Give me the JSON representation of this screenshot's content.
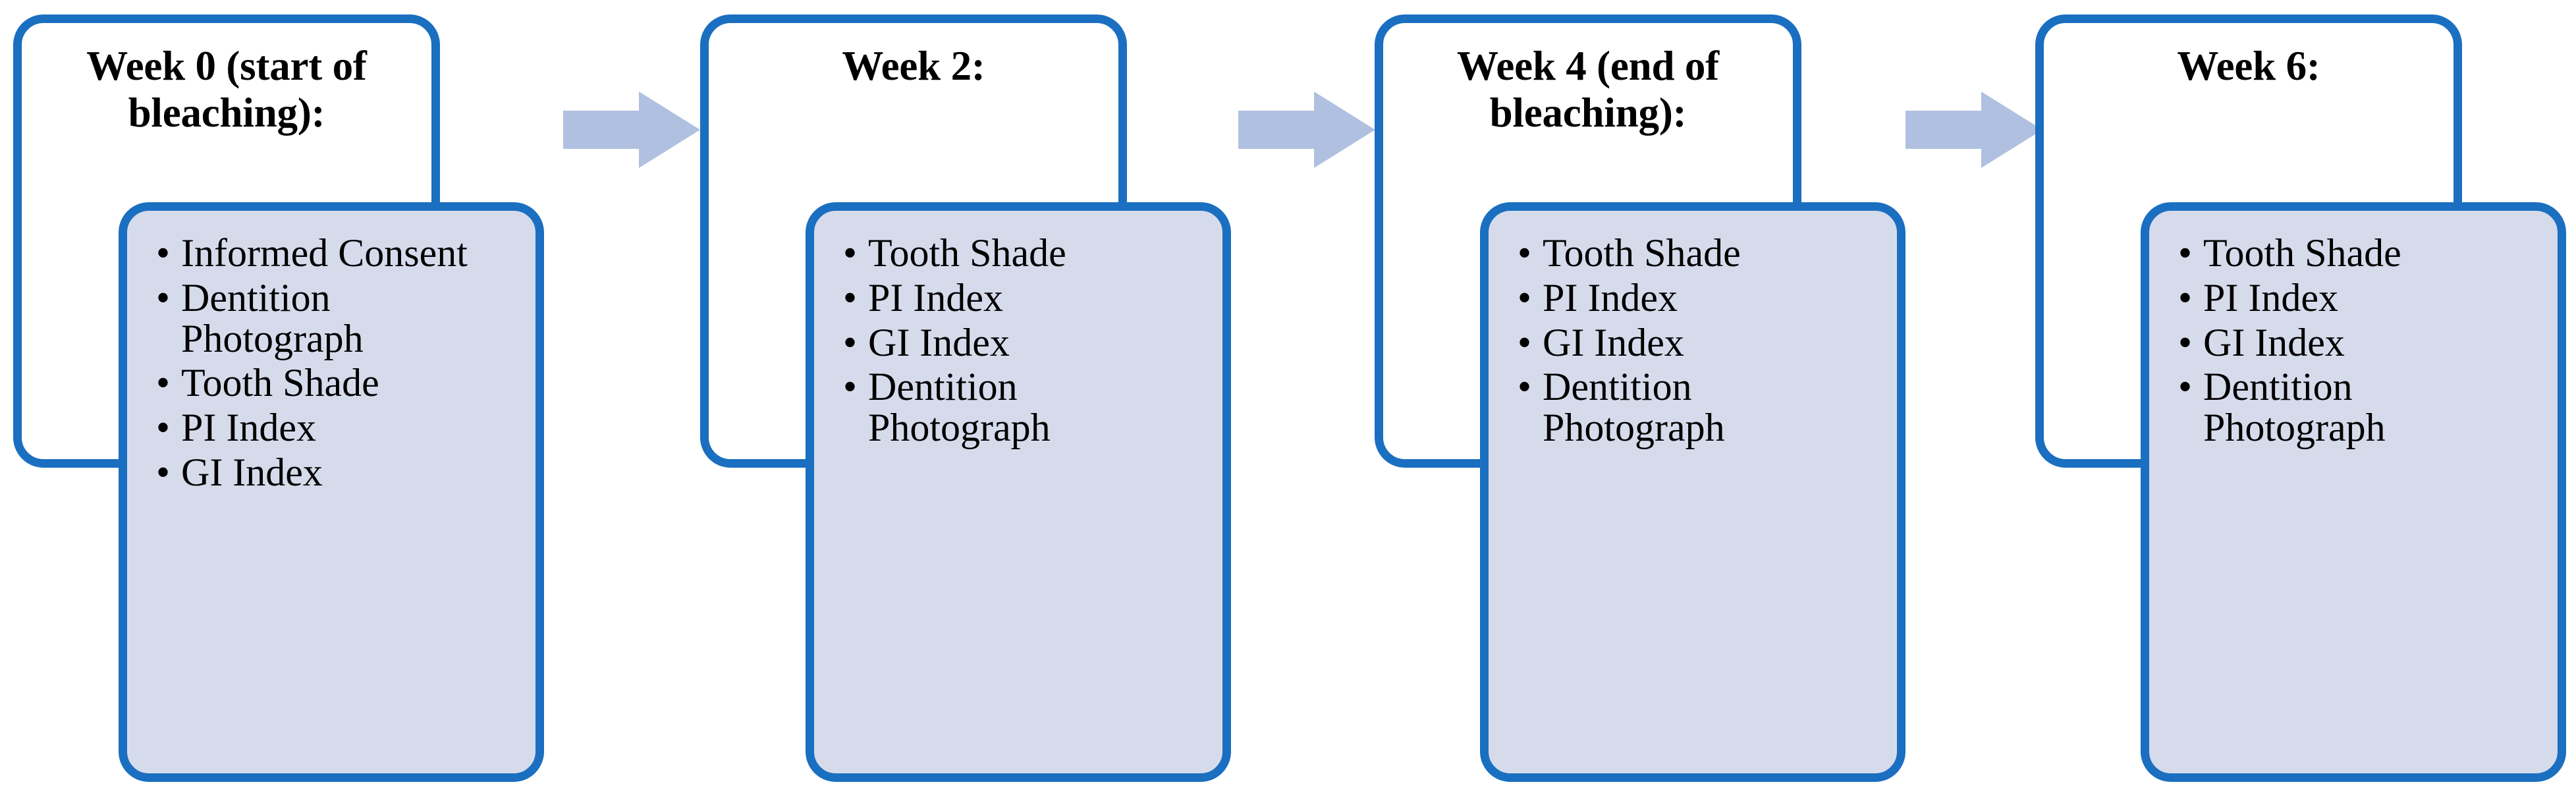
{
  "diagram": {
    "type": "flow-timeline",
    "orientation": "left-to-right",
    "step_count": 4,
    "arrow_count": 3,
    "colors": {
      "card_border": "#1a6fc0",
      "card_outer_fill": "#ffffff",
      "card_inner_fill": "#d6dbec",
      "arrow_fill": "#b0c0e0",
      "text": "#000000",
      "background": "#ffffff"
    },
    "arrow_label": "proceeds-to",
    "steps": [
      {
        "id": "week-0",
        "title": "Week 0 (start of bleaching):",
        "items": [
          "Informed Consent",
          "Dentition Photograph",
          "Tooth Shade",
          "PI Index",
          "GI Index"
        ]
      },
      {
        "id": "week-2",
        "title": "Week 2:",
        "items": [
          "Tooth Shade",
          "PI Index",
          "GI Index",
          "Dentition Photograph"
        ]
      },
      {
        "id": "week-4",
        "title": "Week 4 (end of bleaching):",
        "items": [
          "Tooth Shade",
          "PI Index",
          "GI Index",
          "Dentition Photograph"
        ]
      },
      {
        "id": "week-6",
        "title": "Week 6:",
        "items": [
          "Tooth Shade",
          "PI Index",
          "GI Index",
          "Dentition Photograph"
        ]
      }
    ],
    "bullet_glyph": "•"
  }
}
